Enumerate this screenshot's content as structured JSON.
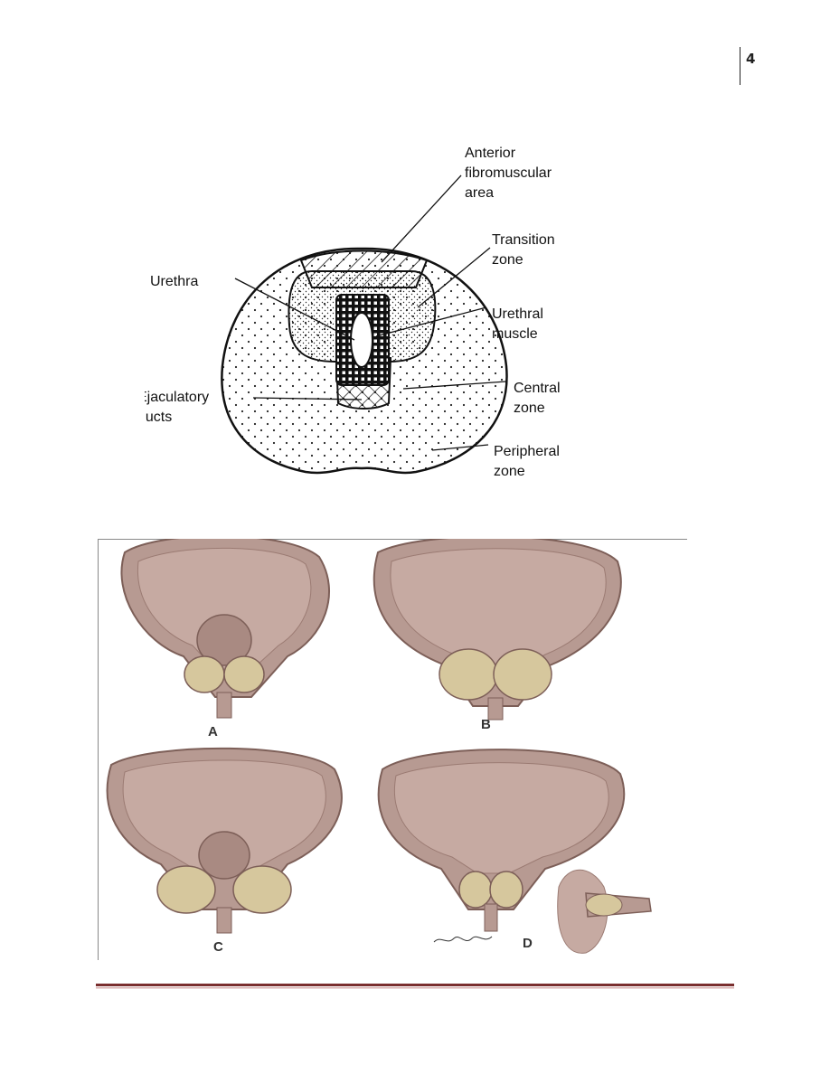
{
  "page_number": "4",
  "top_diagram": {
    "labels": {
      "anterior": [
        "Anterior",
        "fibromuscular",
        "area"
      ],
      "transition": [
        "Transition",
        "zone"
      ],
      "urethra": [
        "Urethra"
      ],
      "urethral_muscle": [
        "Urethral",
        "muscle"
      ],
      "ejaculatory": [
        "Ejaculatory",
        "ducts"
      ],
      "central": [
        "Central",
        "zone"
      ],
      "peripheral": [
        "Peripheral",
        "zone"
      ]
    }
  },
  "bottom_figure": {
    "panel_letters": [
      "A",
      "B",
      "C",
      "D"
    ]
  },
  "colors": {
    "tissue": "#b79a92",
    "tissue_dark": "#9b7b73",
    "lobe": "#d6c79d",
    "footer_dark": "#7a2e2e",
    "footer_light": "#d9b0b0"
  }
}
